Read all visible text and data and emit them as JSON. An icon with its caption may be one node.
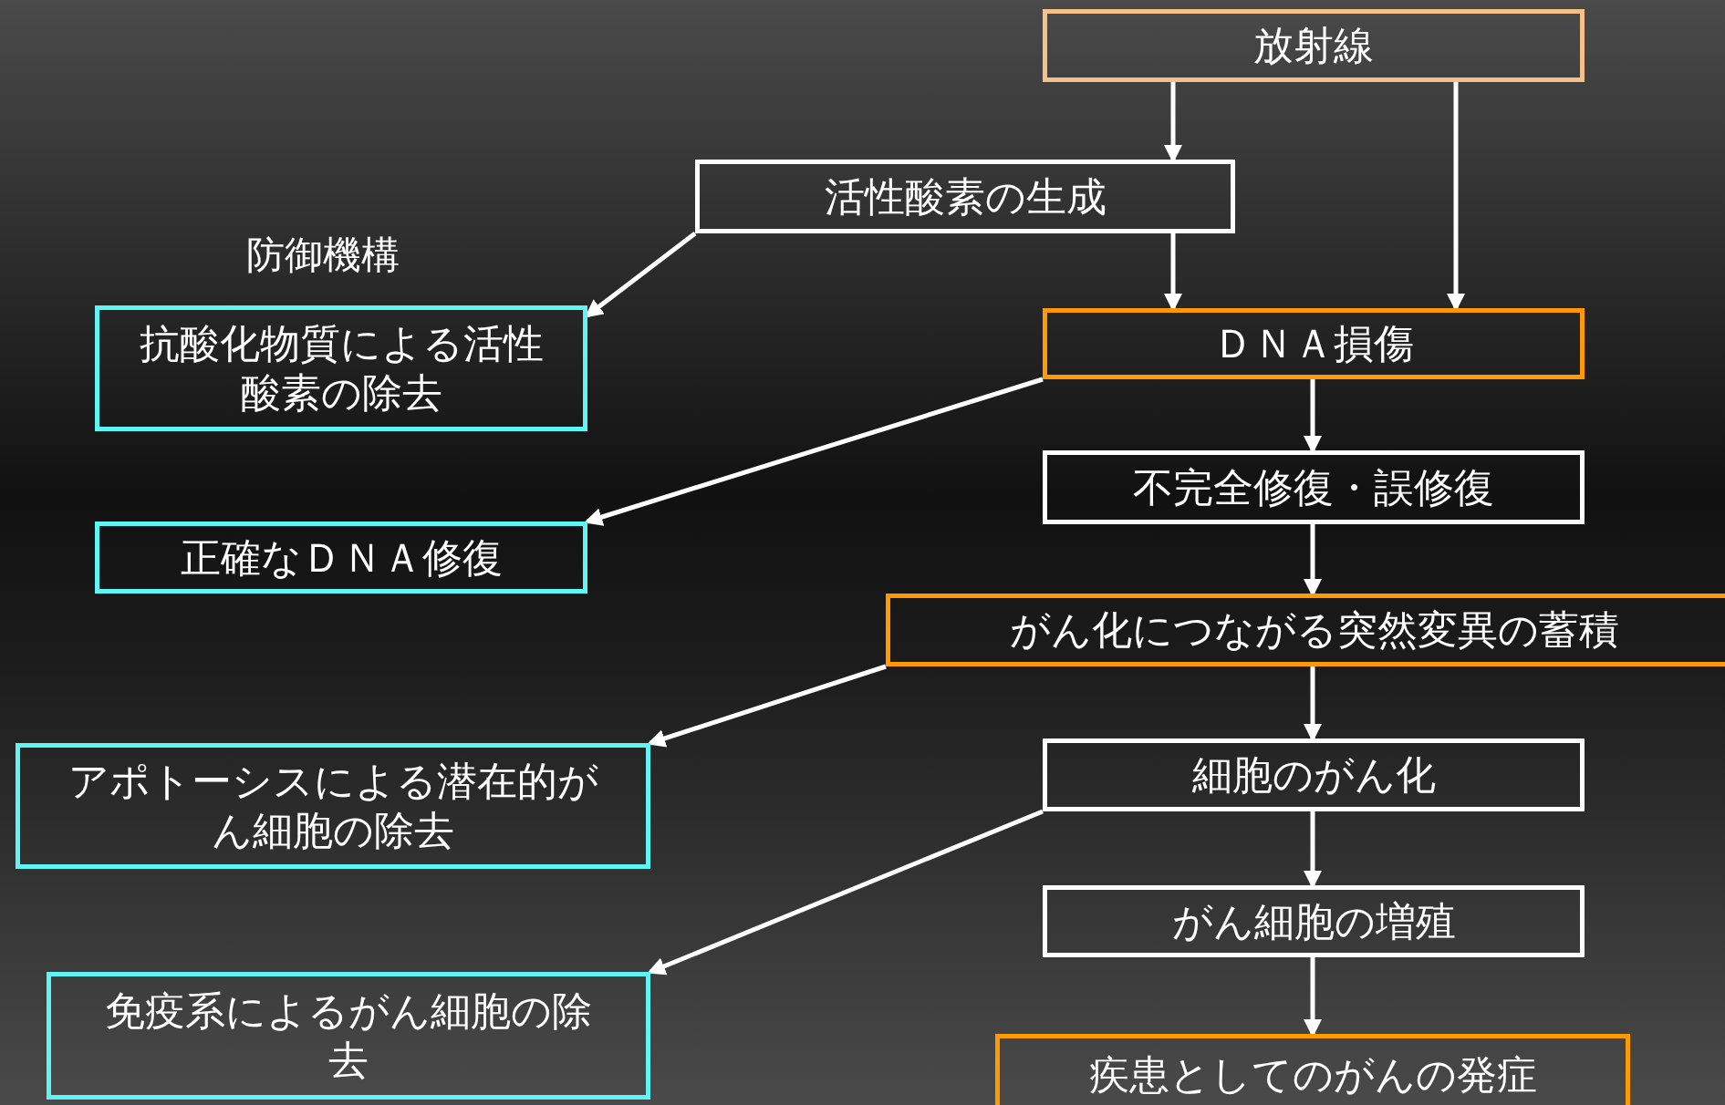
{
  "diagram": {
    "nodes": [
      {
        "text": [
          "放射線"
        ]
      },
      {
        "text": [
          "活性酸素の生成"
        ]
      },
      {
        "text": [
          "抗酸化物質による活性酸素の除去"
        ]
      },
      {
        "text": [
          "ＤＮＡ損傷"
        ]
      },
      {
        "text": [
          "不完全修復・誤修復"
        ]
      },
      {
        "text": [
          "正確なＤＮＡ修復"
        ]
      },
      {
        "text": [
          "がん化につながる突然変異の蓄積"
        ]
      },
      {
        "text": [
          "アポトーシスによる潜在的がん細胞の除去"
        ]
      },
      {
        "text": [
          "細胞のがん化"
        ]
      },
      {
        "text": [
          "免疫系によるがん細胞の除去"
        ]
      },
      {
        "text": [
          "がん細胞の増殖"
        ]
      },
      {
        "text": [
          "疾患としてのがんの発症"
        ]
      }
    ],
    "edges": [
      {
        "from": 0,
        "to": 1,
        "arrow": "to"
      },
      {
        "from": 0,
        "to": 3,
        "arrow": "to"
      },
      {
        "from": 1,
        "to": 3,
        "arrow": "to"
      },
      {
        "from": 1,
        "to": 2,
        "arrow": "to"
      },
      {
        "from": 3,
        "to": 5,
        "arrow": "to"
      },
      {
        "from": 3,
        "to": 4,
        "arrow": "to"
      },
      {
        "from": 4,
        "to": 6,
        "arrow": "to"
      },
      {
        "from": 6,
        "to": 7,
        "arrow": "to"
      },
      {
        "from": 6,
        "to": 8,
        "arrow": "to"
      },
      {
        "from": 8,
        "to": 9,
        "arrow": "to"
      },
      {
        "from": 8,
        "to": 10,
        "arrow": "to"
      },
      {
        "from": 10,
        "to": 11,
        "arrow": "to"
      }
    ],
    "labels": [
      "防御機構"
    ]
  }
}
